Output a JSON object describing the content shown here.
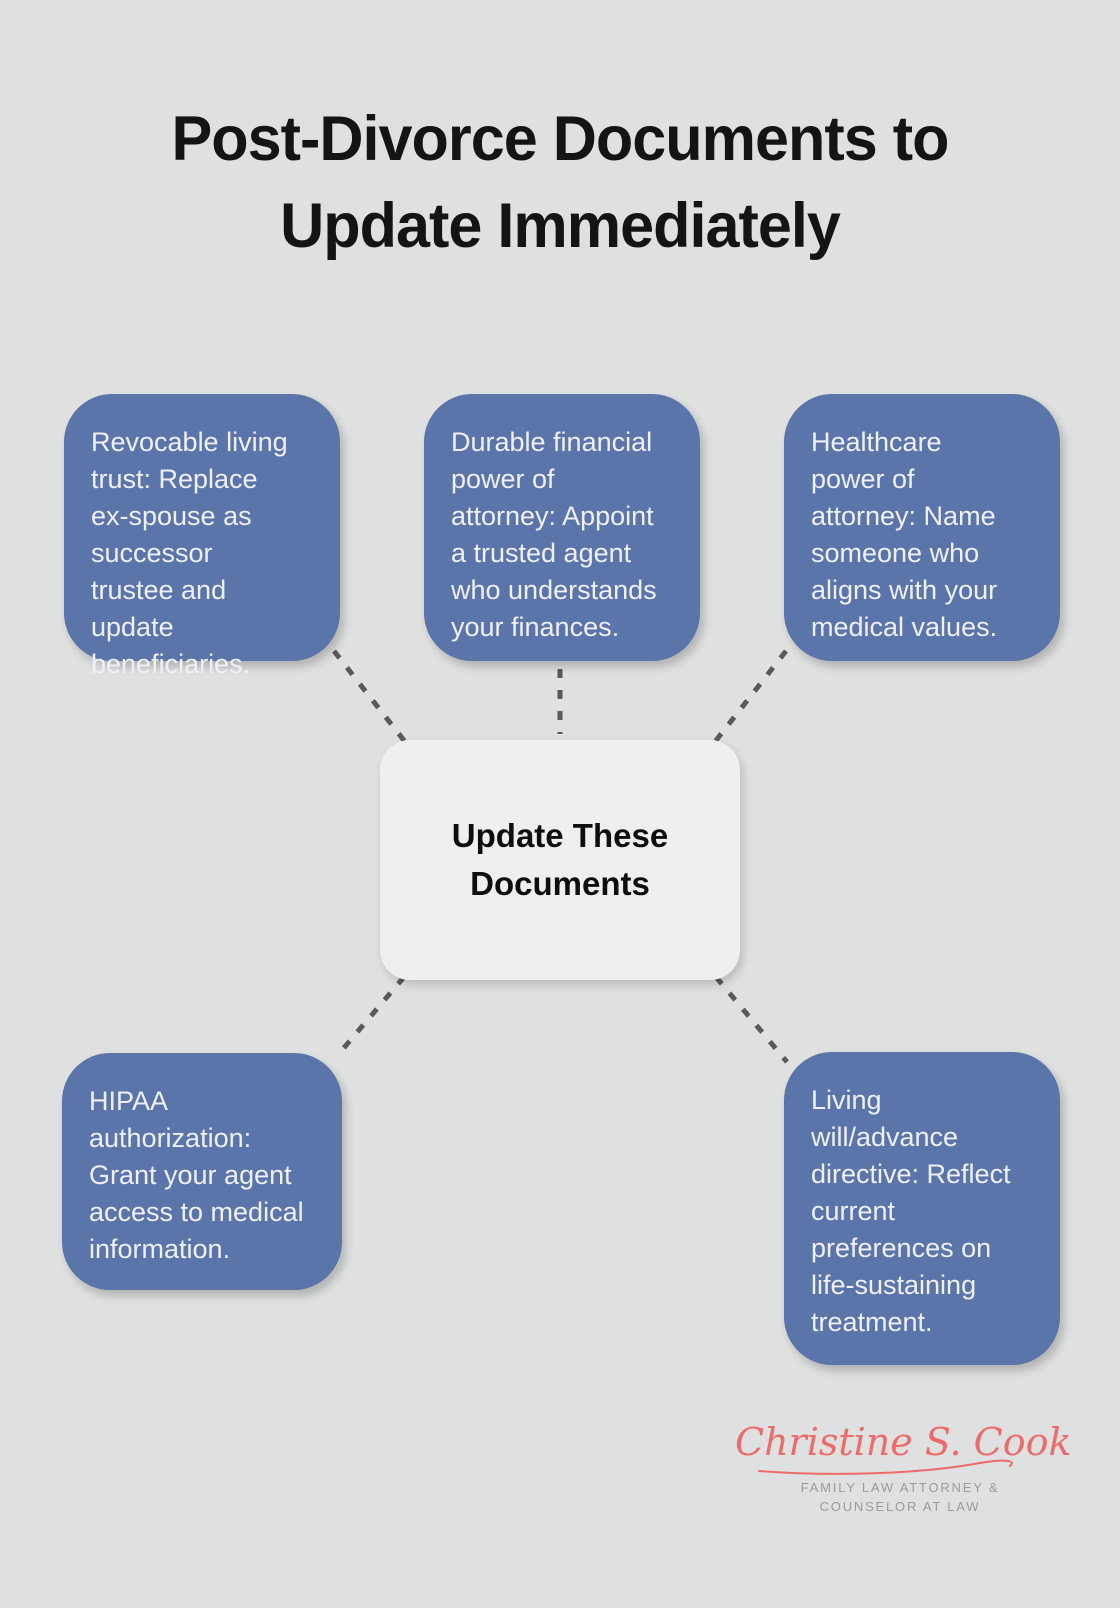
{
  "title": "Post-Divorce Documents to Update Immediately",
  "center": {
    "label": "Update These Documents"
  },
  "nodes": [
    {
      "id": "revocable-living-trust",
      "text": "Revocable living trust: Replace ex-spouse as successor trustee and update beneficiaries."
    },
    {
      "id": "durable-financial-power-of-attorney",
      "text": "Durable financial power of attorney: Appoint a trusted agent who understands your finances."
    },
    {
      "id": "healthcare-power-of-attorney",
      "text": "Healthcare power of attorney: Name someone who aligns with your medical values."
    },
    {
      "id": "hipaa-authorization",
      "text": "HIPAA authorization: Grant your agent access to medical information."
    },
    {
      "id": "living-will-advance-directive",
      "text": "Living will/advance directive: Reflect current preferences on life-sustaining treatment."
    }
  ],
  "signature": {
    "name": "Christine S. Cook",
    "subtitle_line1": "FAMILY LAW ATTORNEY &",
    "subtitle_line2": "COUNSELOR AT LAW"
  },
  "colors": {
    "background": "#dfe0e0",
    "node_fill": "#5b74a9",
    "node_text": "#eef1f7",
    "center_fill": "#eeeff1",
    "center_text": "#0e0e0e",
    "connector": "#595959",
    "title_text": "#141414",
    "signature_script": "#ed6b6b",
    "signature_subtitle": "#9b9b9b"
  }
}
